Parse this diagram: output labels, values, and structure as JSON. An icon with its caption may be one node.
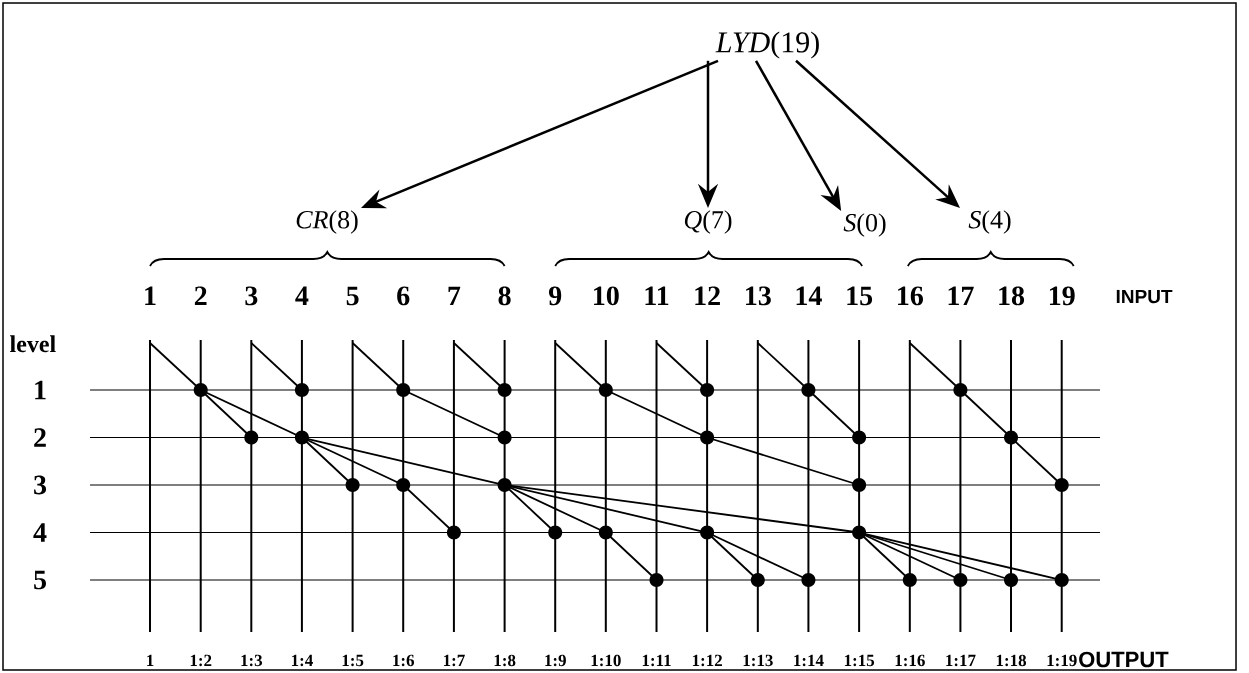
{
  "diagram": {
    "nodes": [
      {
        "text": [
          "*LYD*(19)"
        ]
      },
      {
        "text": [
          "*CR*(8)"
        ]
      },
      {
        "text": [
          "*Q*(7)"
        ]
      },
      {
        "text": [
          "*S*(0)"
        ]
      },
      {
        "text": [
          "*S*(4)"
        ]
      }
    ],
    "edges": [
      {
        "from": 0,
        "to": 1,
        "arrow": "to"
      },
      {
        "from": 0,
        "to": 2,
        "arrow": "to"
      },
      {
        "from": 0,
        "to": 3,
        "arrow": "to"
      },
      {
        "from": 0,
        "to": 4,
        "arrow": "to"
      }
    ],
    "labels": [
      "1",
      "2",
      "3",
      "4",
      "5",
      "6",
      "7",
      "8",
      "9",
      "10",
      "11",
      "12",
      "13",
      "14",
      "15",
      "16",
      "17",
      "18",
      "19",
      "INPUT",
      "level",
      "1",
      "2",
      "3",
      "4",
      "5",
      "1",
      "1:2",
      "1:3",
      "1:4",
      "1:5",
      "1:6",
      "1:7",
      "1:8",
      "1:9",
      "1:10",
      "1:11",
      "1:12",
      "1:13",
      "1:14",
      "1:15",
      "1:16",
      "1:17",
      "1:18",
      "1:19",
      "OUTPUT"
    ]
  }
}
